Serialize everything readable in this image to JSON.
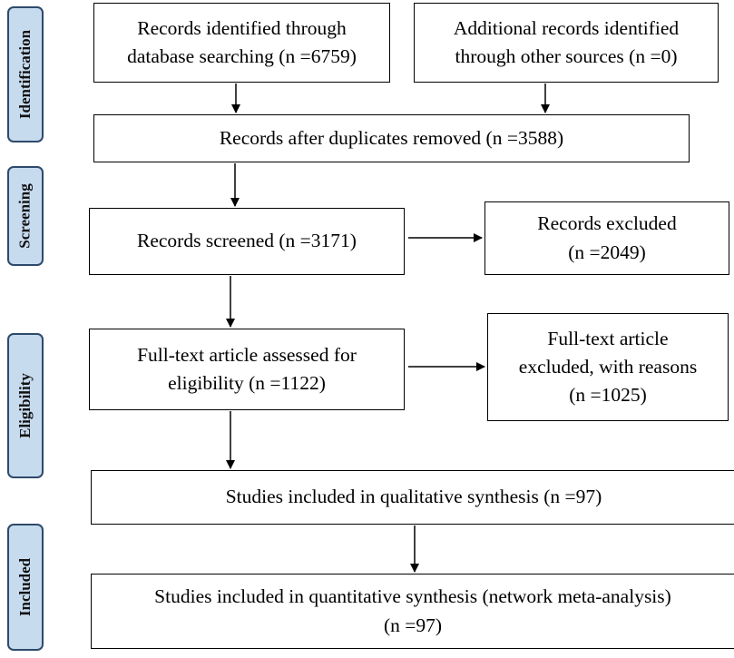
{
  "stages": [
    {
      "label": "Identification"
    },
    {
      "label": "Screening"
    },
    {
      "label": "Eligibility"
    },
    {
      "label": "Included"
    }
  ],
  "boxes": {
    "db_search": {
      "line1": "Records identified through",
      "line2": "database searching (n =6759)"
    },
    "other_sources": {
      "line1": "Additional records identified",
      "line2": "through other sources (n =0)"
    },
    "duplicates_removed": {
      "line1": "Records after duplicates removed (n =3588)"
    },
    "screened": {
      "line1": "Records screened (n =3171)"
    },
    "excluded": {
      "line1": "Records excluded",
      "line2": "(n =2049)"
    },
    "fulltext_assessed": {
      "line1": "Full-text article assessed for",
      "line2": "eligibility (n =1122)"
    },
    "fulltext_excluded": {
      "line1": "Full-text article",
      "line2": "excluded, with reasons",
      "line3": "(n =1025)"
    },
    "qualitative": {
      "line1": "Studies included in qualitative synthesis (n =97)"
    },
    "quantitative": {
      "line1": "Studies included in quantitative synthesis (network meta-analysis)",
      "line2": "(n =97)"
    }
  },
  "colors": {
    "stage_fill": "#c7dbef",
    "stage_border": "#2e4a6b",
    "line": "#000000"
  }
}
